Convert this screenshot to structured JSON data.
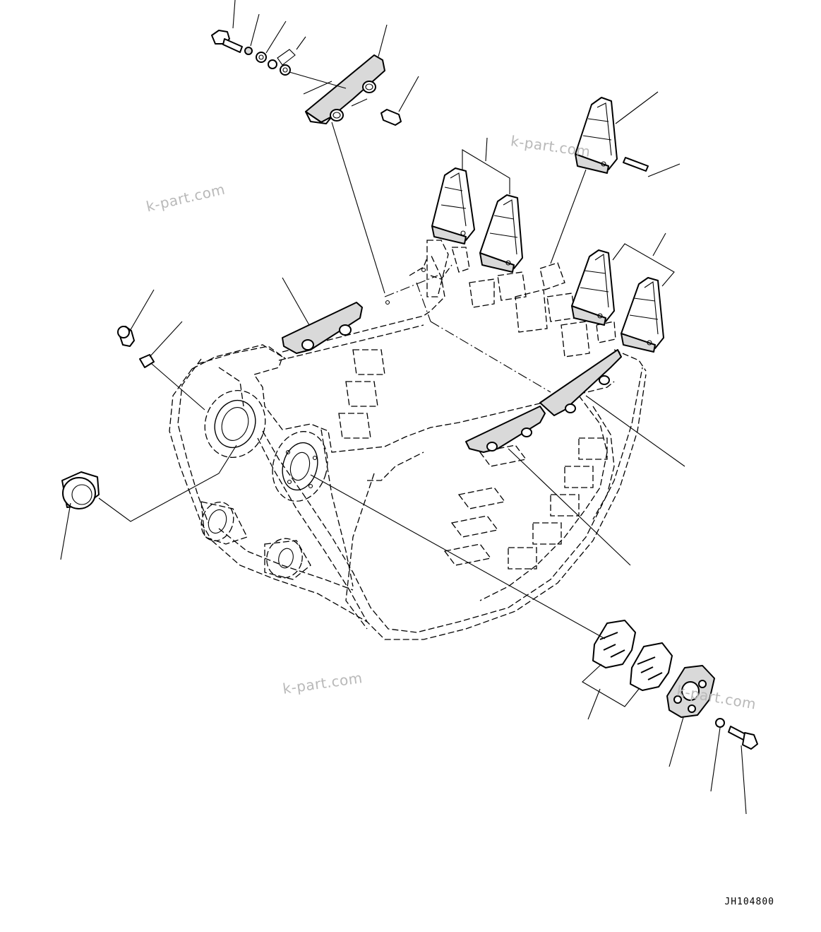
{
  "drawing": {
    "code": "JH104800"
  },
  "watermarks": [
    "k-part.com",
    "k-part.com",
    "k-part.com",
    "k-part.com"
  ]
}
